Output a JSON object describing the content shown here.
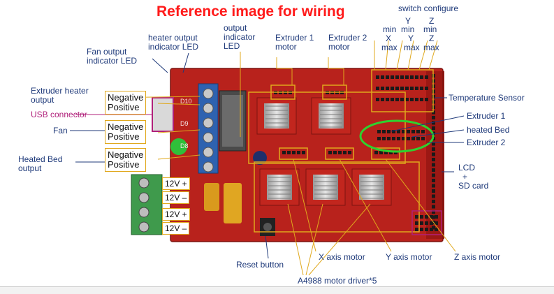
{
  "title": "Reference image for wiring",
  "labels": {
    "fan_led": [
      "Fan output",
      "indicator LED"
    ],
    "heater_led": [
      "heater output",
      "indicator LED"
    ],
    "output_led": [
      "output",
      "indicator",
      "LED"
    ],
    "extruder1_motor": [
      "Extruder 1",
      "motor"
    ],
    "extruder2_motor": [
      "Extruder 2",
      "motor"
    ],
    "endstop_title": "switch configure",
    "endstop_axes": [
      "Y",
      "Z",
      "min",
      "min",
      "min",
      "X",
      "Y",
      "Z",
      "max",
      "max",
      "max"
    ],
    "extruder_heater": [
      "Extruder heater",
      "output"
    ],
    "usb": "USB connector",
    "fan": "Fan",
    "heated_bed": [
      "Heated Bed",
      "output"
    ],
    "temp_sensor": "Temperature Sensor",
    "extruder_1": "Extruder 1",
    "heated_bed_t": "heated Bed",
    "extruder_2": "Extruder 2",
    "lcd": [
      "LCD",
      "+",
      "SD card"
    ],
    "x_motor": "X axis motor",
    "y_motor": "Y axis motor",
    "z_motor": "Z axis motor",
    "reset": "Reset button",
    "driver": "A4988 motor driver*5",
    "terminal_labels": [
      "Negative",
      "Positive",
      "Negative",
      "Positive",
      "Negative",
      "Positive"
    ],
    "power_labels": [
      "12V +",
      "12V –",
      "12V +",
      "12V –"
    ],
    "silk": [
      "D10",
      "D9",
      "D8"
    ]
  },
  "colors": {
    "board": "#b8221c",
    "callout": "#e0a81c",
    "usb": "#b0207a",
    "terminal_green": "#3f9a4c",
    "terminal_blue": "#2e62b0",
    "highlight_circle": "#2fd12f",
    "title": "#ff1a1a",
    "label_text": "#1f3a7a"
  }
}
